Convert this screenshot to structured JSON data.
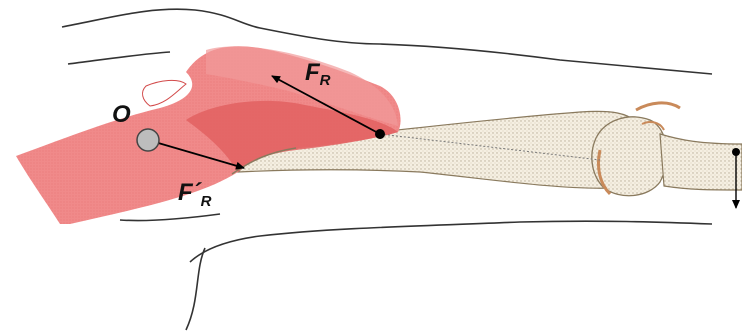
{
  "labels": {
    "origin": "O",
    "force_main": "F",
    "force_main_sub": "R",
    "force_reaction": "F´",
    "force_reaction_sub": "R"
  },
  "colors": {
    "muscle_light": "#f08a8a",
    "muscle_dark": "#e26060",
    "muscle_shadow": "#d24a4a",
    "bone_fill": "#f5efe2",
    "bone_dots": "#b9ad96",
    "bone_outline": "#8a7a5e",
    "joint_accent": "#c98a5a",
    "skin_outline": "#333333",
    "origin_circle_fill": "#bdbdbd",
    "arrow": "#000000"
  }
}
